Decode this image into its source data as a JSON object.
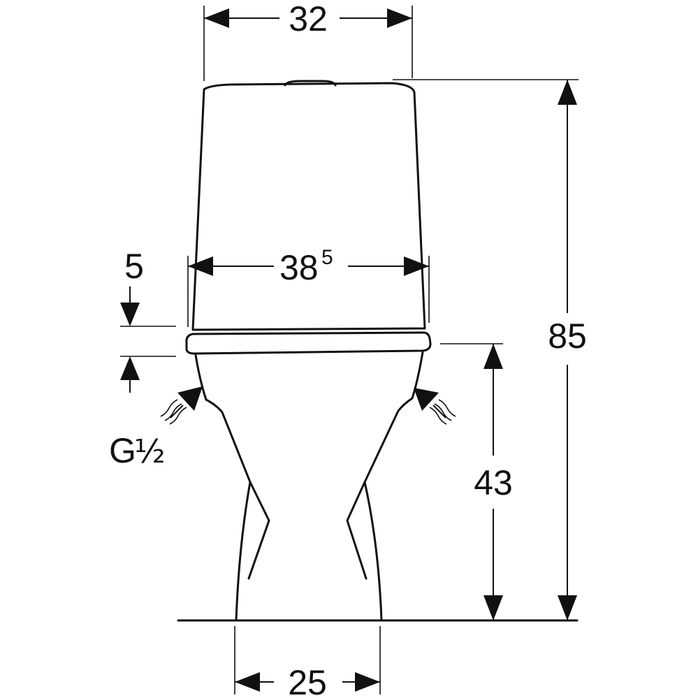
{
  "dimensions": {
    "cistern_width": "32",
    "total_height": "85",
    "seat_width_main": "38",
    "seat_width_sup": "5",
    "seat_thickness": "5",
    "seat_height": "43",
    "base_width": "25"
  },
  "connection": {
    "thread_main": "G",
    "thread_frac": "½"
  }
}
